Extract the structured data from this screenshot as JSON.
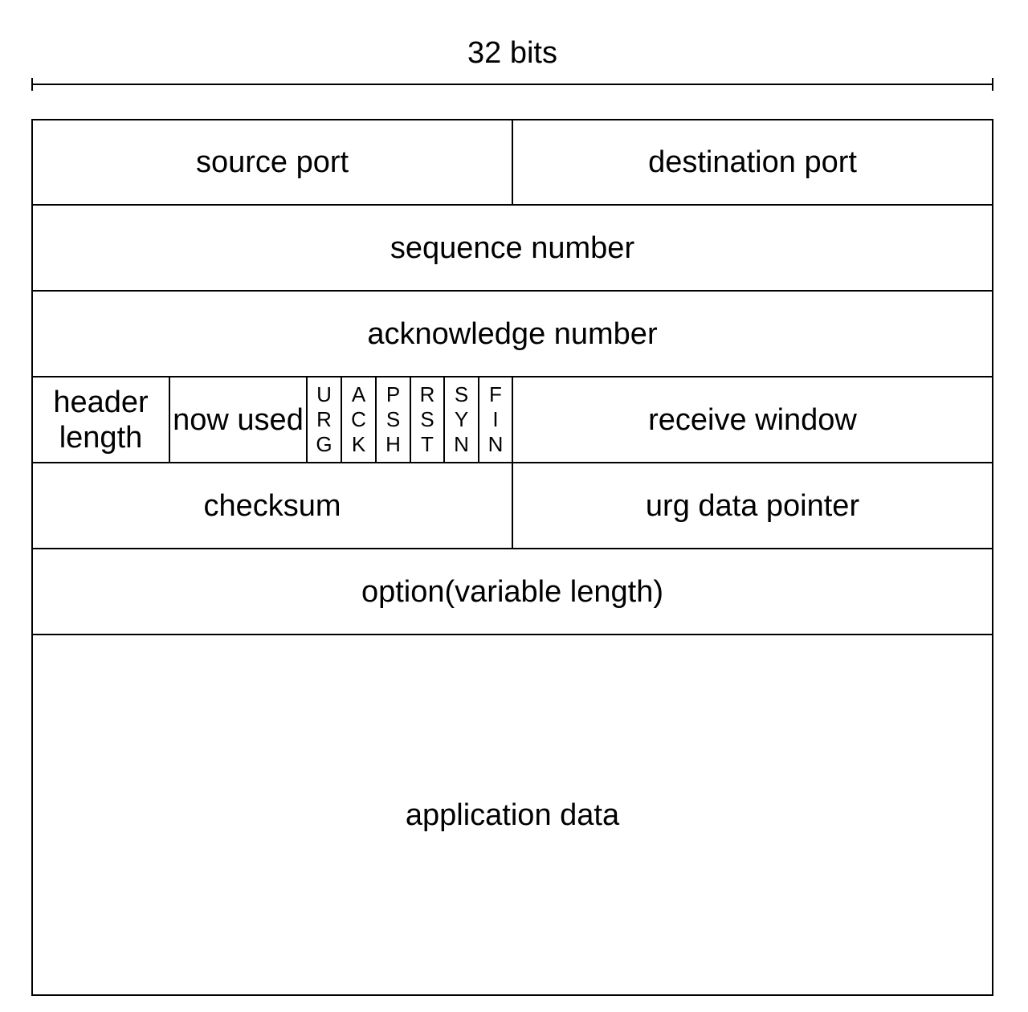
{
  "width_label": "32 bits",
  "fields": {
    "source_port": "source port",
    "destination_port": "destination port",
    "sequence_number": "sequence number",
    "acknowledge_number": "acknowledge number",
    "header_length_line1": "header",
    "header_length_line2": "length",
    "now_used": "now used",
    "receive_window": "receive window",
    "checksum": "checksum",
    "urg_data_pointer": "urg data pointer",
    "option": "option(variable length)",
    "application_data": "application data"
  },
  "flags": [
    {
      "name": "URG",
      "letters": [
        "U",
        "R",
        "G"
      ]
    },
    {
      "name": "ACK",
      "letters": [
        "A",
        "C",
        "K"
      ]
    },
    {
      "name": "PSH",
      "letters": [
        "P",
        "S",
        "H"
      ]
    },
    {
      "name": "RST",
      "letters": [
        "R",
        "S",
        "T"
      ]
    },
    {
      "name": "SYN",
      "letters": [
        "S",
        "Y",
        "N"
      ]
    },
    {
      "name": "FIN",
      "letters": [
        "F",
        "I",
        "N"
      ]
    }
  ]
}
